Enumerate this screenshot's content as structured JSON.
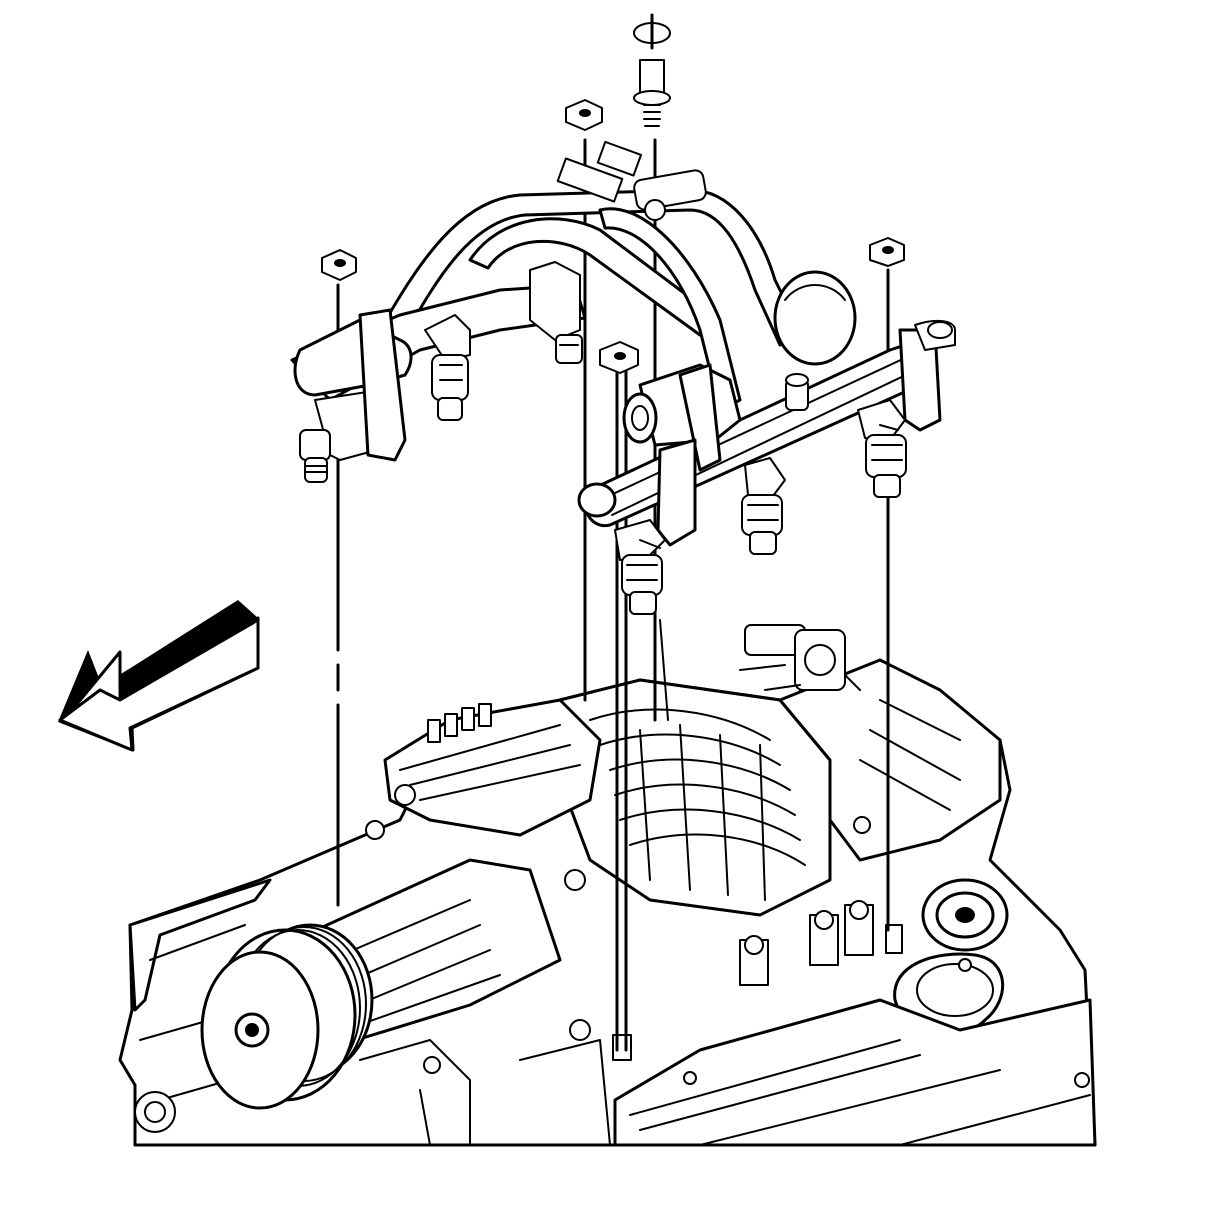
{
  "figure": {
    "kind": "exploded-view",
    "subject_icons": {
      "arrow": "front-direction-arrow",
      "fastener": "hex-bolt",
      "injector": "fuel-injector",
      "rail": "fuel-rail",
      "engine": "engine-assembly"
    },
    "stroke_color": "#000000",
    "background_color": "#ffffff",
    "counts": {
      "injectors": 6,
      "mounting_bolts": 5,
      "guide_lines": 5
    }
  }
}
